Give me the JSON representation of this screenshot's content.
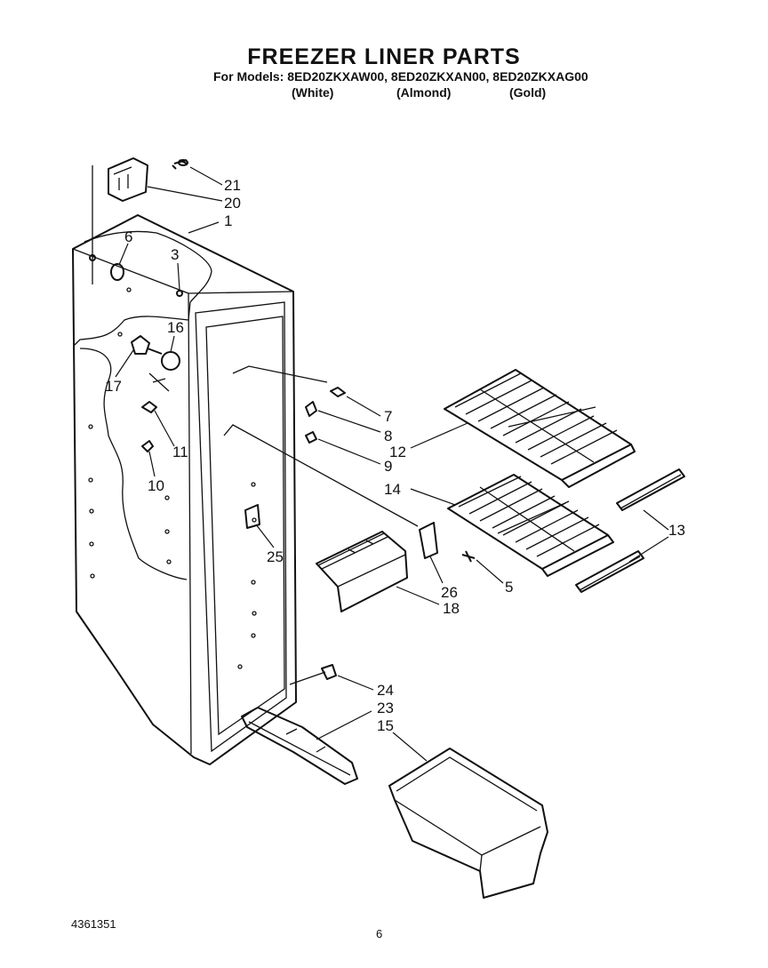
{
  "header": {
    "title": "FREEZER LINER PARTS",
    "models_line": "For Models: 8ED20ZKXAW00, 8ED20ZKXAN00, 8ED20ZKXAG00",
    "colors": [
      "(White)",
      "(Almond)",
      "(Gold)"
    ]
  },
  "callouts": [
    "21",
    "20",
    "1",
    "6",
    "3",
    "16",
    "17",
    "11",
    "10",
    "7",
    "8",
    "12",
    "9",
    "14",
    "13",
    "5",
    "25",
    "26",
    "18",
    "24",
    "23",
    "15"
  ],
  "footer": {
    "document_number": "4361351",
    "page_number": "6"
  }
}
